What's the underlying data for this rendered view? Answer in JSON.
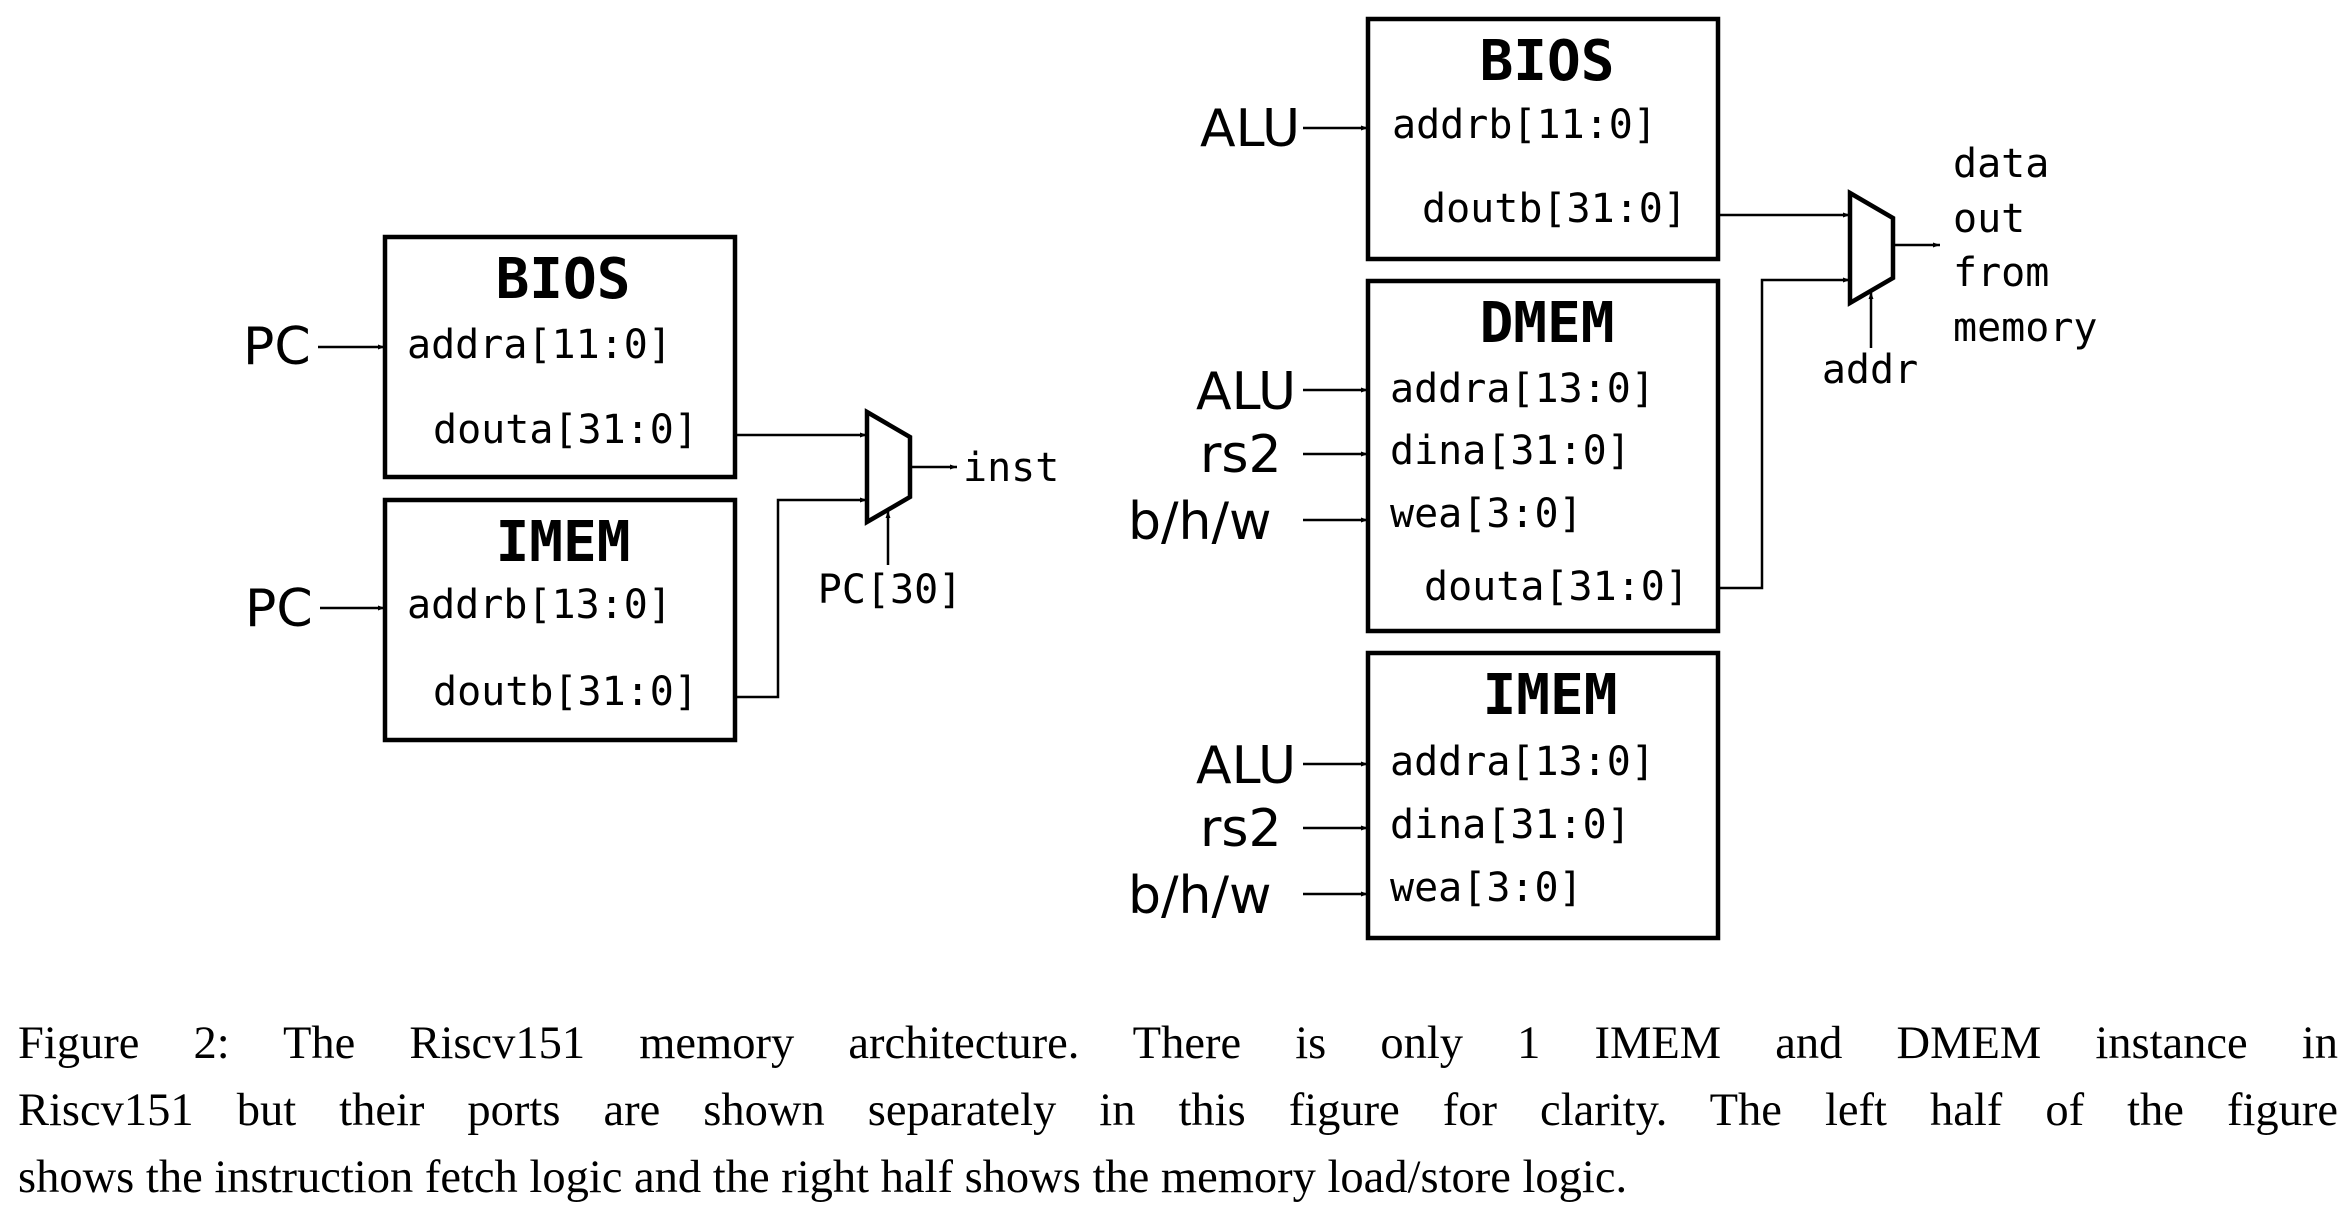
{
  "fetch": {
    "bios": {
      "title": "BIOS",
      "in_signal": "PC",
      "in_port": "addra[11:0]",
      "out_port": "douta[31:0]"
    },
    "imem": {
      "title": "IMEM",
      "in_signal": "PC",
      "in_port": "addrb[13:0]",
      "out_port": "doutb[31:0]"
    },
    "mux_select": "PC[30]",
    "mux_output": "inst"
  },
  "load_store": {
    "bios": {
      "title": "BIOS",
      "in_signal": "ALU",
      "in_port": "addrb[11:0]",
      "out_port": "doutb[31:0]"
    },
    "dmem": {
      "title": "DMEM",
      "inputs": [
        {
          "signal": "ALU",
          "port": "addra[13:0]"
        },
        {
          "signal": "rs2",
          "port": "dina[31:0]"
        },
        {
          "signal": "b/h/w",
          "port": "wea[3:0]"
        }
      ],
      "out_port": "douta[31:0]"
    },
    "imem": {
      "title": "IMEM",
      "inputs": [
        {
          "signal": "ALU",
          "port": "addra[13:0]"
        },
        {
          "signal": "rs2",
          "port": "dina[31:0]"
        },
        {
          "signal": "b/h/w",
          "port": "wea[3:0]"
        }
      ]
    },
    "mux_select": "addr",
    "mux_output_lines": [
      "data",
      "out",
      "from",
      "memory"
    ]
  },
  "caption": {
    "lines": [
      "Figure 2: The Riscv151 memory architecture. There is only 1 IMEM and DMEM instance in",
      "Riscv151 but their ports are shown separately in this figure for clarity. The left half of the figure",
      "shows the instruction fetch logic and the right half shows the memory load/store logic."
    ]
  }
}
